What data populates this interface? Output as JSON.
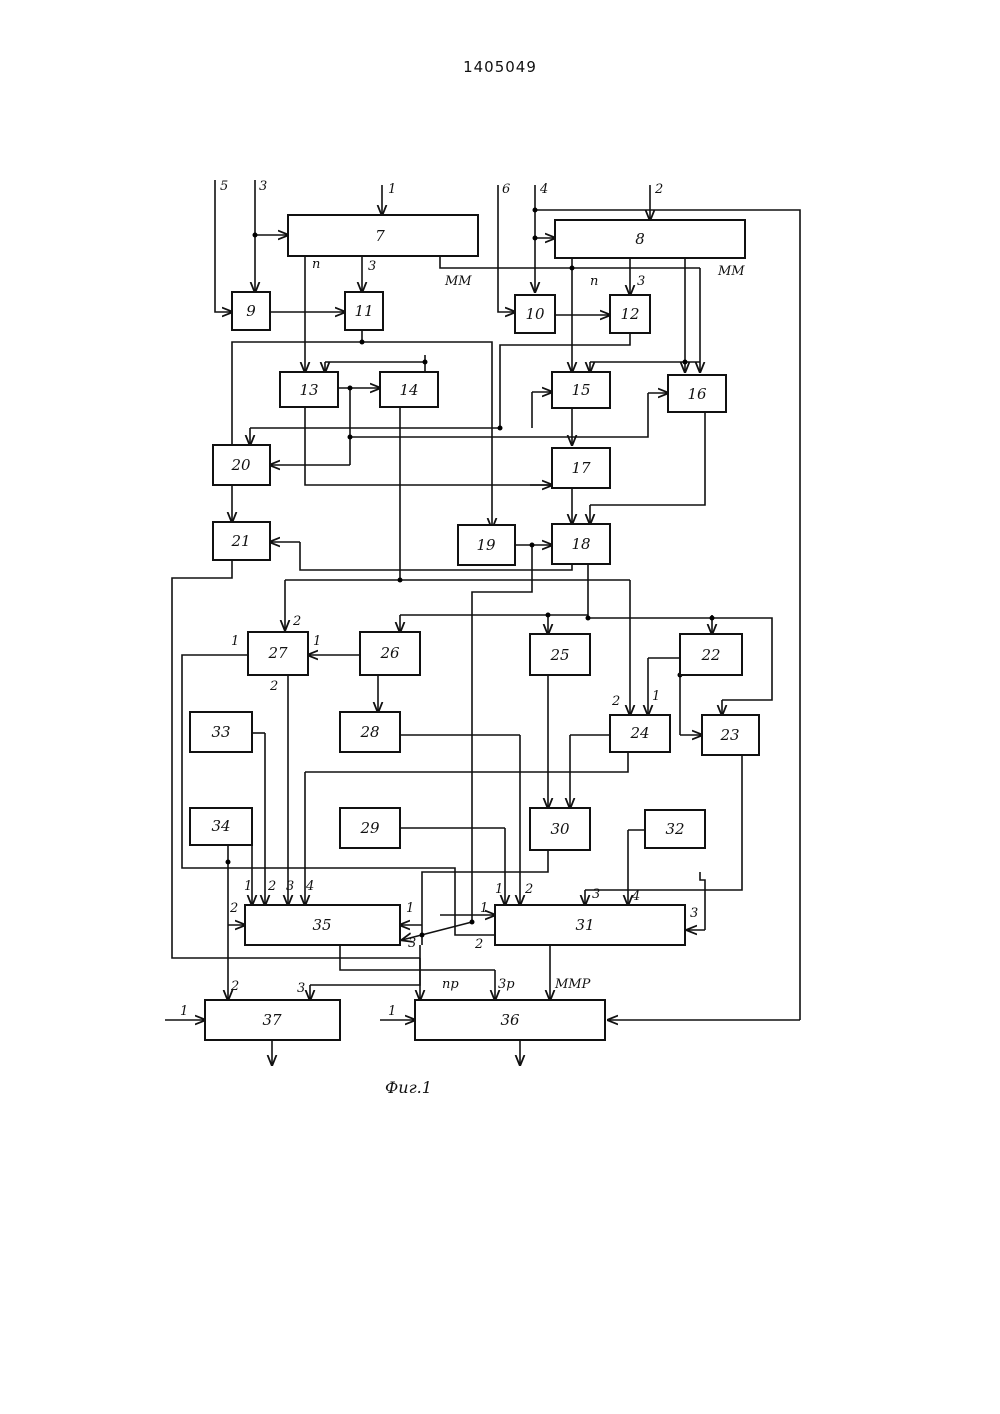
{
  "doc_number": "1405049",
  "caption": "Фиг.1",
  "blocks": {
    "b7": "7",
    "b8": "8",
    "b9": "9",
    "b10": "10",
    "b11": "11",
    "b12": "12",
    "b13": "13",
    "b14": "14",
    "b15": "15",
    "b16": "16",
    "b17": "17",
    "b18": "18",
    "b19": "19",
    "b20": "20",
    "b21": "21",
    "b22": "22",
    "b23": "23",
    "b24": "24",
    "b25": "25",
    "b26": "26",
    "b27": "27",
    "b28": "28",
    "b29": "29",
    "b30": "30",
    "b31": "31",
    "b32": "32",
    "b33": "33",
    "b34": "34",
    "b35": "35",
    "b36": "36",
    "b37": "37"
  },
  "inputs": {
    "in5": "5",
    "in3": "3",
    "in1": "1",
    "in6": "6",
    "in4": "4",
    "in2": "2"
  },
  "port_labels": {
    "n7": "n",
    "z7": "3",
    "mm7": "MM",
    "n8": "n",
    "z8": "3",
    "mm8": "MM",
    "p27_2top": "2",
    "p27_1left": "1",
    "p27_1right": "1",
    "p27_2bot": "2",
    "p24_2": "2",
    "p24_1": "1",
    "p35_1": "1",
    "p35_2a": "2",
    "p35_3": "3",
    "p35_4": "4",
    "p35_2left": "2",
    "p35_1right": "1",
    "p35_3right": "3",
    "p31_1": "1",
    "p31_2": "2",
    "p31_3": "3",
    "p31_4": "4",
    "p31_1left": "1",
    "p31_2left": "2",
    "p31_3right": "3",
    "p37_1": "1",
    "p37_2": "2",
    "p37_3": "3",
    "p36_1": "1",
    "p36_np": "np",
    "p36_3p": "3p",
    "p36_mmp": "MMP"
  }
}
